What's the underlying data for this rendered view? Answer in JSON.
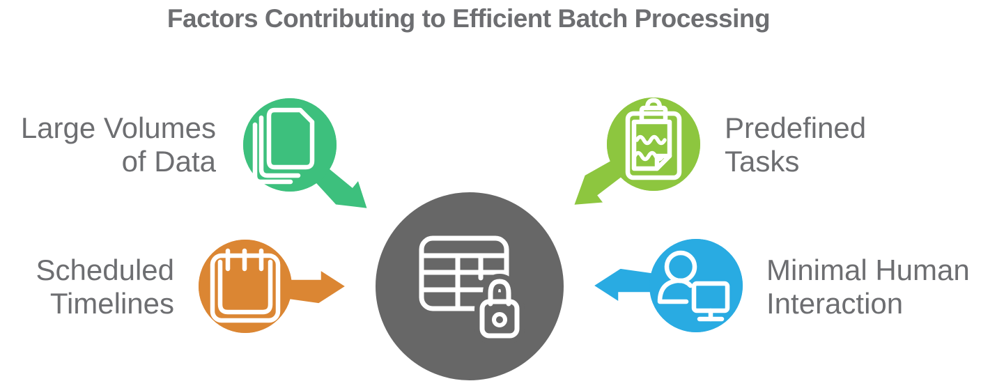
{
  "title": "Factors Contributing to Efficient Batch Processing",
  "center": {
    "name": "batch-processing-core",
    "icon": "table-lock-icon",
    "color": "#676767"
  },
  "factors": [
    {
      "id": "large-volumes-of-data",
      "label_lines": [
        "Large Volumes",
        "of Data"
      ],
      "icon": "documents-stack-icon",
      "color": "#3DC07D",
      "position": "top-left",
      "arrow_direction": "to-center-down-right"
    },
    {
      "id": "predefined-tasks",
      "label_lines": [
        "Predefined",
        "Tasks"
      ],
      "icon": "clipboard-icon",
      "color": "#8DC63F",
      "position": "top-right",
      "arrow_direction": "to-center-down-left"
    },
    {
      "id": "scheduled-timelines",
      "label_lines": [
        "Scheduled",
        "Timelines"
      ],
      "icon": "calendar-icon",
      "color": "#DB8633",
      "position": "bottom-left",
      "arrow_direction": "to-center-right"
    },
    {
      "id": "minimal-human-interaction",
      "label_lines": [
        "Minimal Human",
        "Interaction"
      ],
      "icon": "person-computer-icon",
      "color": "#29ABE2",
      "position": "bottom-right",
      "arrow_direction": "to-center-left"
    }
  ],
  "colors": {
    "text": "#6D6E71",
    "background": "#FFFFFF",
    "outline": "#FFFFFF"
  }
}
